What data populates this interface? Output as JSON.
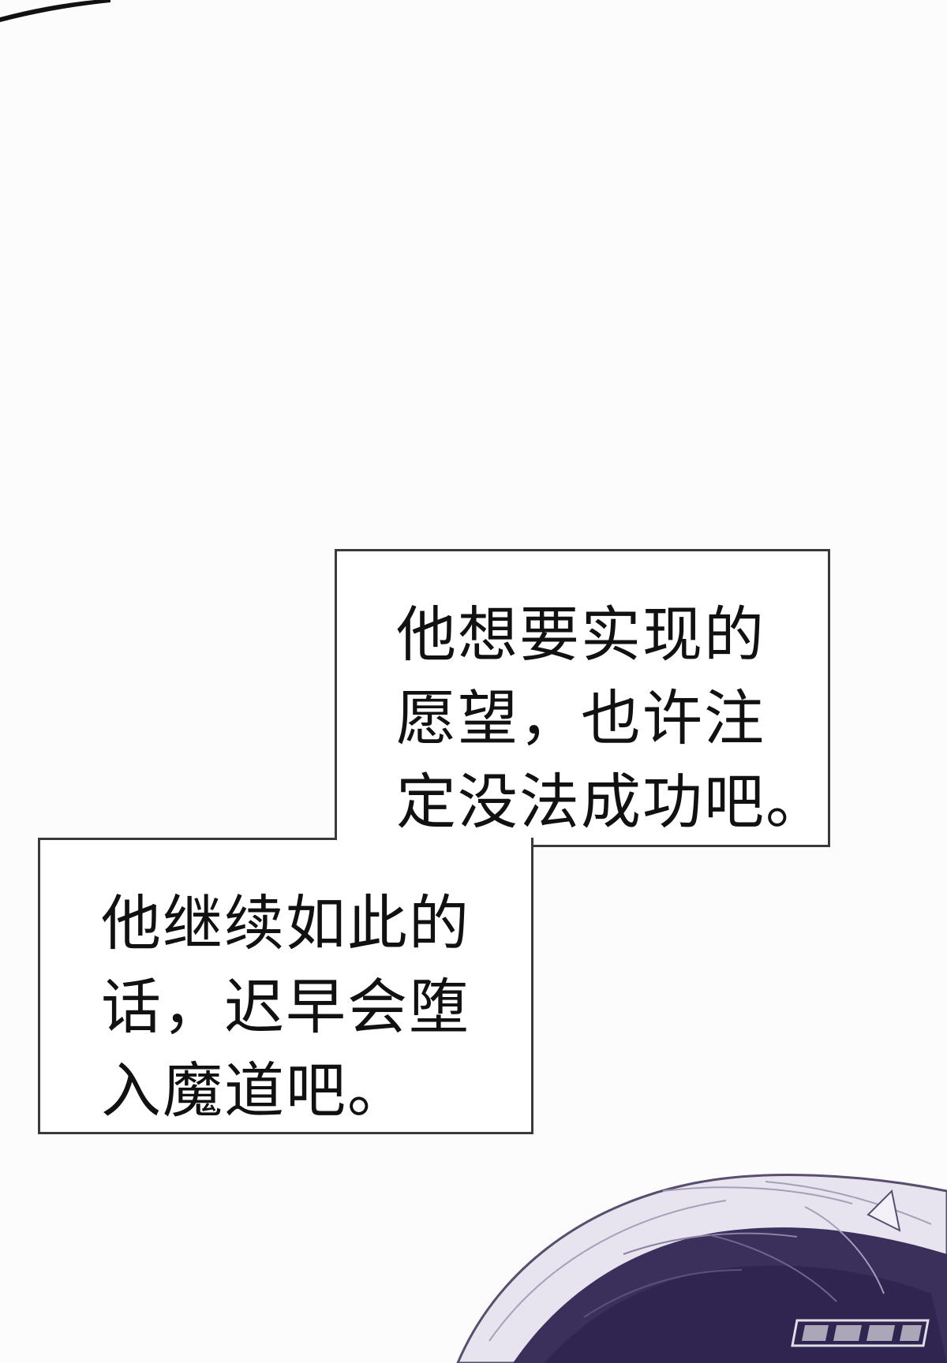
{
  "captions": {
    "upper": {
      "text": "他想要实现的\n愿望，也许注\n定没法成功吧。"
    },
    "lower": {
      "text": "他继续如此的\n话，迟早会堕\n入魔道吧。"
    }
  },
  "icons": {
    "character_hair": "character-hair-art",
    "watermark_logo": "watermark-logo"
  },
  "colors": {
    "background": "#fdfcfd",
    "box_border": "#3a3a3a",
    "hair_outline": "#5a4e6e",
    "hair_dark": "#3b2f5c",
    "hair_light": "#e4e0ec"
  }
}
